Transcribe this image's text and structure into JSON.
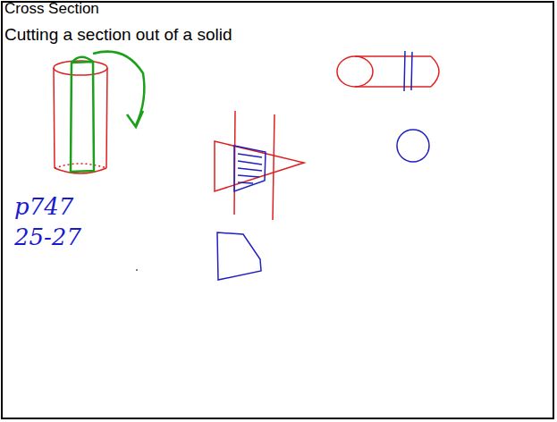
{
  "diagram": {
    "title": "Cross Section",
    "labels": [
      "Cutting a section out of a solid",
      "p747",
      "25-27"
    ]
  }
}
